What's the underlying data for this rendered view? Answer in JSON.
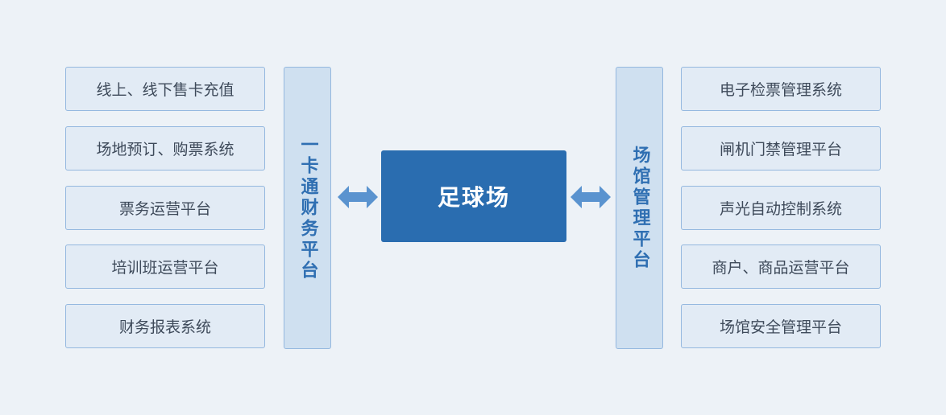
{
  "left_systems": [
    {
      "label": "线上、线下售卡充值"
    },
    {
      "label": "场地预订、购票系统"
    },
    {
      "label": "票务运营平台"
    },
    {
      "label": "培训班运营平台"
    },
    {
      "label": "财务报表系统"
    }
  ],
  "left_platform": {
    "label": "一卡通财务平台"
  },
  "center": {
    "label": "足球场"
  },
  "right_platform": {
    "label": "场馆管理平台"
  },
  "right_systems": [
    {
      "label": "电子检票管理系统"
    },
    {
      "label": "闸机门禁管理平台"
    },
    {
      "label": "声光自动控制系统"
    },
    {
      "label": "商户、商品运营平台"
    },
    {
      "label": "场馆安全管理平台"
    }
  ],
  "colors": {
    "background": "#edf2f7",
    "box_fill": "#e2ebf5",
    "box_border": "#94b8df",
    "bar_fill": "#cfe0f0",
    "accent_text": "#2f6fb2",
    "center_fill": "#2a6db0",
    "arrow": "#5a93cf"
  }
}
